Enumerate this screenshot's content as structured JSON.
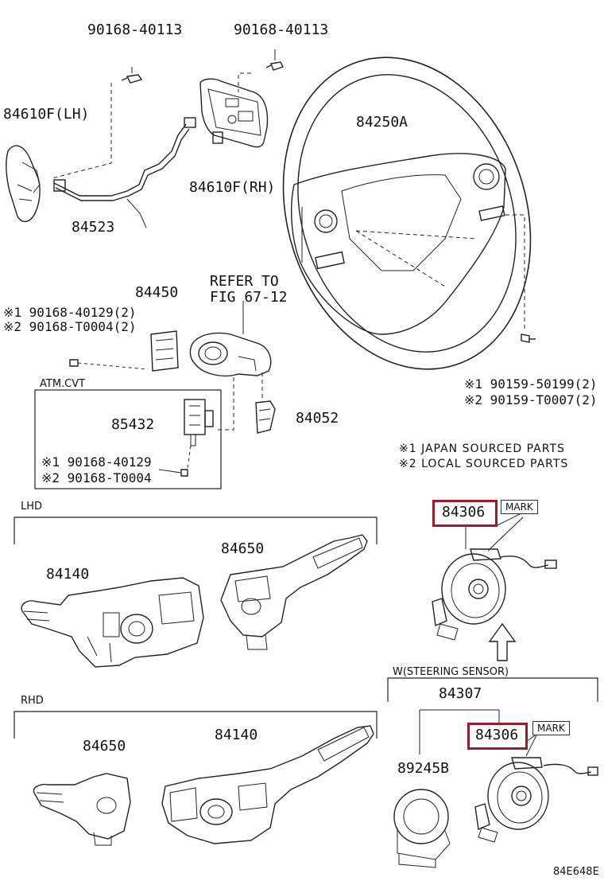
{
  "labels": {
    "bolt_left": "90168-40113",
    "bolt_right": "90168-40113",
    "switch_lh": "84610F(LH)",
    "switch_rh": "84610F(RH)",
    "wire": "84523",
    "wheel": "84250A",
    "lock": "84450",
    "refer_line1": "REFER TO",
    "refer_line2": "FIG 67-12",
    "screw_a1": "※1 90168-40129(2)",
    "screw_a2": "※2 90168-T0004(2)",
    "screw_b1": "※1 90159-50199(2)",
    "screw_b2": "※2 90159-T0007(2)",
    "atm_cvt": "ATM.CVT",
    "solenoid": "85432",
    "sensor_small": "84052",
    "screw_c1": "※1 90168-40129",
    "screw_c2": "※2 90168-T0004",
    "note1": "※1 JAPAN SOURCED PARTS",
    "note2": "※2 LOCAL SOURCED PARTS",
    "lhd": "LHD",
    "rhd": "RHD",
    "spiral_a": "84306",
    "spiral_b": "84306",
    "mark_a": "MARK",
    "mark_b": "MARK",
    "combo_lhd": "84140",
    "lever_lhd": "84650",
    "lever_rhd": "84650",
    "combo_rhd": "84140",
    "steering_sensor": "W(STEERING SENSOR)",
    "assy": "84307",
    "sensor_ring": "89245B",
    "figure_code": "84E648E"
  },
  "colors": {
    "highlight": "#9a1b2f",
    "line": "#222222"
  }
}
